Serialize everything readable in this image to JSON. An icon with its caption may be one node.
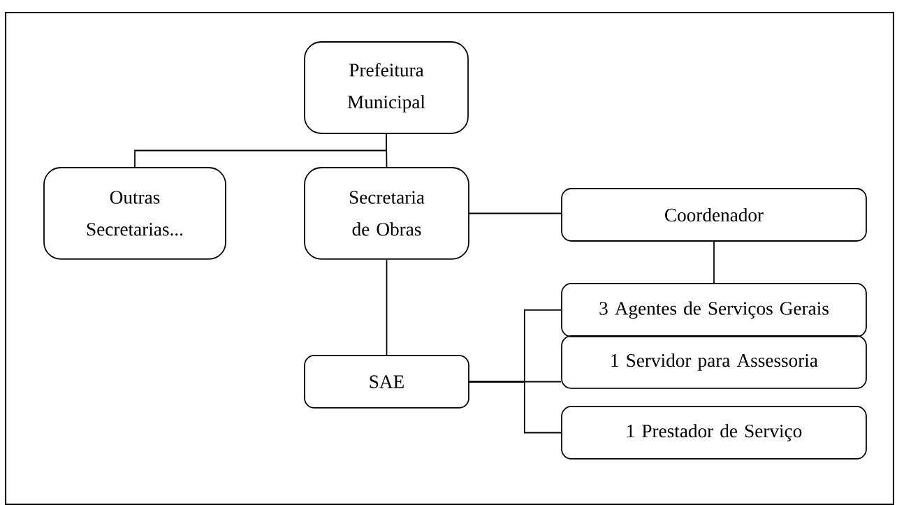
{
  "diagram": {
    "nodes": [
      {
        "text": [
          "Prefeitura Municipal"
        ]
      },
      {
        "text": [
          "Outras Secretarias..."
        ]
      },
      {
        "text": [
          "Secretaria de Obras"
        ]
      },
      {
        "text": [
          "Coordenador"
        ]
      },
      {
        "text": [
          "3 Agentes de Serviços Gerais"
        ]
      },
      {
        "text": [
          "1 Servidor para Assessoria"
        ]
      },
      {
        "text": [
          "1 Prestador de Serviço"
        ]
      },
      {
        "text": [
          "SAE"
        ]
      }
    ],
    "edges": [
      {
        "from": 0,
        "to": 1,
        "arrow": "none"
      },
      {
        "from": 0,
        "to": 2,
        "arrow": "none"
      },
      {
        "from": 2,
        "to": 3,
        "arrow": "none"
      },
      {
        "from": 3,
        "to": 4,
        "arrow": "none"
      },
      {
        "from": 2,
        "to": 7,
        "arrow": "none"
      },
      {
        "from": 7,
        "to": 4,
        "arrow": "none"
      },
      {
        "from": 7,
        "to": 5,
        "arrow": "none"
      },
      {
        "from": 7,
        "to": 6,
        "arrow": "none"
      }
    ]
  }
}
